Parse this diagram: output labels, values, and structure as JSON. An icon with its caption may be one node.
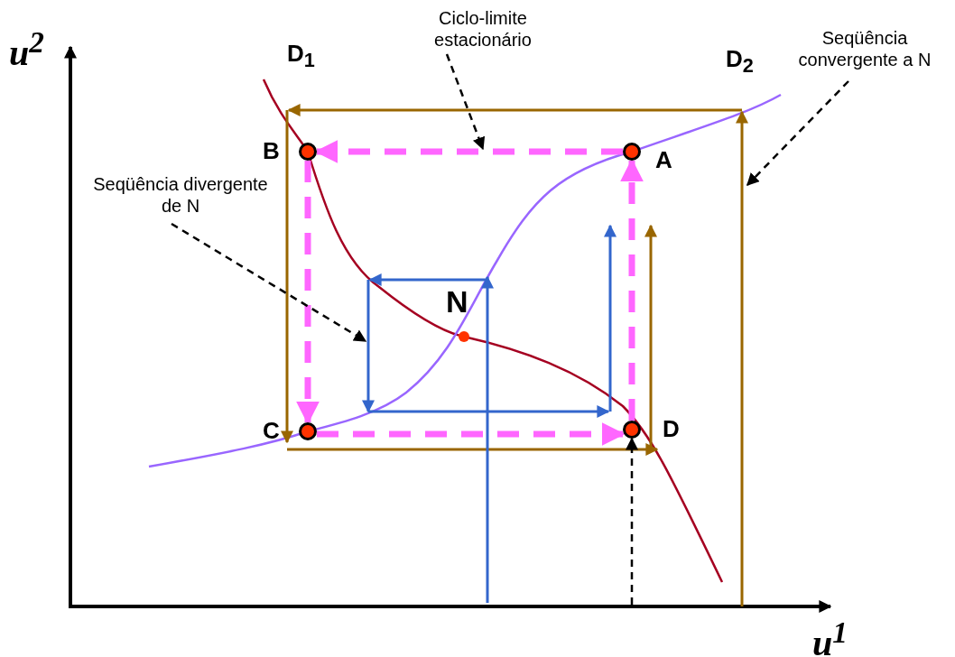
{
  "diagram": {
    "nodes": [
      {
        "text": [
          "Ciclo-limite estacionário"
        ]
      },
      {
        "text": [
          "Seqüência convergente a N"
        ]
      },
      {
        "text": [
          "Seqüência divergente de N"
        ]
      },
      {
        "text": [
          "B"
        ]
      },
      {
        "text": [
          "A"
        ]
      },
      {
        "text": [
          "N"
        ]
      },
      {
        "text": [
          "C"
        ]
      },
      {
        "text": [
          "D"
        ]
      }
    ],
    "edges": [
      {
        "from": 4,
        "to": 3,
        "arrow": "to",
        "style": "dashed",
        "color": "#ff66ff"
      },
      {
        "from": 3,
        "to": 6,
        "arrow": "to",
        "style": "dashed",
        "color": "#ff66ff"
      },
      {
        "from": 6,
        "to": 7,
        "arrow": "to",
        "style": "dashed",
        "color": "#ff66ff"
      },
      {
        "from": 7,
        "to": 4,
        "arrow": "to",
        "style": "dashed",
        "color": "#ff66ff"
      },
      {
        "from": 0,
        "to": null,
        "arrow": "to",
        "style": "dashed",
        "color": "#000000"
      },
      {
        "from": 1,
        "to": null,
        "arrow": "to",
        "style": "dashed",
        "color": "#000000"
      },
      {
        "from": 2,
        "to": null,
        "arrow": "to",
        "style": "dashed",
        "color": "#000000"
      },
      {
        "from": null,
        "to": 7,
        "arrow": "to",
        "style": "dashed",
        "color": "#000000"
      }
    ],
    "labels": [
      "u$^{2}$",
      "D$_{1}$",
      "D$_{2}$",
      "u$^{1}$"
    ]
  }
}
